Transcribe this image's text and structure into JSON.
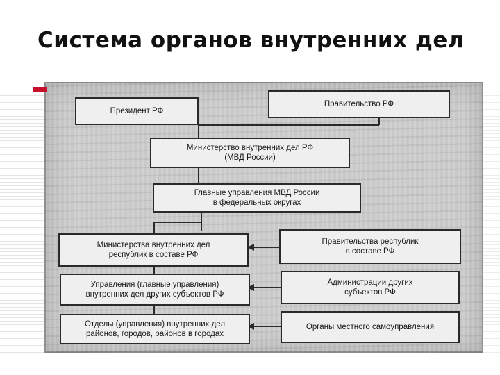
{
  "title": "Система органов внутренних дел",
  "diagram": {
    "president": "Президент РФ",
    "government": "Правительство РФ",
    "ministry": "Министерство внутренних дел РФ\n(МВД России)",
    "main_departments": "Главные управления МВД России\nв федеральных округах",
    "republic_ministries": "Министерства внутренних дел\nреспублик в составе РФ",
    "republic_governments": "Правительства республик\nв составе РФ",
    "other_departments": "Управления (главные управления)\nвнутренних дел других субъектов РФ",
    "other_administrations": "Администрации других\nсубъектов РФ",
    "district_departments": "Отделы (управления) внутренних дел\nрайонов, городов, районов в городах",
    "local_government": "Органы местного самоуправления"
  },
  "colors": {
    "accent": "#c8102e",
    "scan_background": "#cfcfcf",
    "box_fill": "#efefef",
    "lines": "#2a2a2a"
  }
}
